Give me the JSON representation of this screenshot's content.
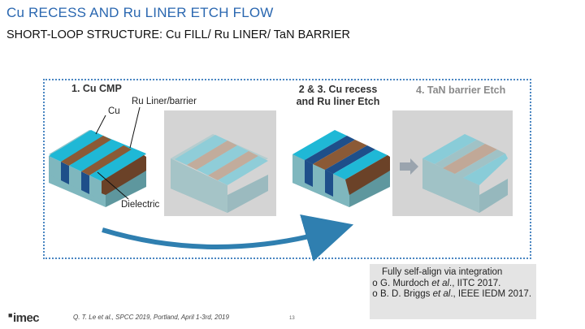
{
  "title": "Cu RECESS AND Ru LINER ETCH FLOW",
  "subtitle": "SHORT-LOOP STRUCTURE: Cu FILL/ Ru LINER/ TaN BARRIER",
  "steps": {
    "step1": "1. Cu CMP",
    "step23_line1": "2 & 3. Cu recess",
    "step23_line2": "and Ru liner Etch",
    "step4": "4. TaN barrier Etch"
  },
  "annotations": {
    "cu": "Cu",
    "ru_liner": "Ru Liner/barrier",
    "dielectric": "Dielectric"
  },
  "references": {
    "intro": "Fully self-align via integration",
    "bullet": "o",
    "items": [
      {
        "prefix": "G. Murdoch ",
        "etal": "et al",
        "suffix": "., IITC 2017."
      },
      {
        "prefix": "B. D. Briggs ",
        "etal": "et al",
        "suffix": "., IEEE IEDM 2017."
      }
    ]
  },
  "footer": {
    "citation": "Q. T. Le et al., SPCC 2019, Portland, April 1-3rd, 2019",
    "page": "13",
    "logo": "imec"
  },
  "colors": {
    "accent": "#2a67b0",
    "cu": "#1fb8d6",
    "dielectric": "#7fb7be",
    "liner": "#1f5a9e",
    "oxide": "#8b5a36"
  }
}
